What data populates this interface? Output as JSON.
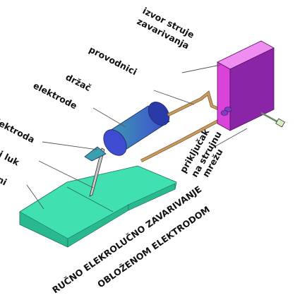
{
  "labels": {
    "power_source": [
      "izvor struje",
      "zavarivanja"
    ],
    "conductor": "provodnici",
    "holder": [
      "držač",
      "elektrode"
    ],
    "electrode": "elektroda",
    "arc": "električni luk",
    "workpiece": "osnovni",
    "mains": [
      "priključak",
      "na strujnu",
      "mrežu"
    ]
  },
  "title": [
    "RUČNO ELEKROLUČNO ZAVARIVANJE",
    "OBLOŽENOM ELEKTRODOM"
  ],
  "colors": {
    "power_box_front": "#d943d9",
    "power_box_side": "#8a25a8",
    "power_box_top": "#f08df0",
    "holder_light": "#3aa0b0",
    "holder_dark": "#3f4bd0",
    "plate_top": "#40e0b0",
    "plate_side": "#2ab890",
    "cable": "#c79a60"
  }
}
